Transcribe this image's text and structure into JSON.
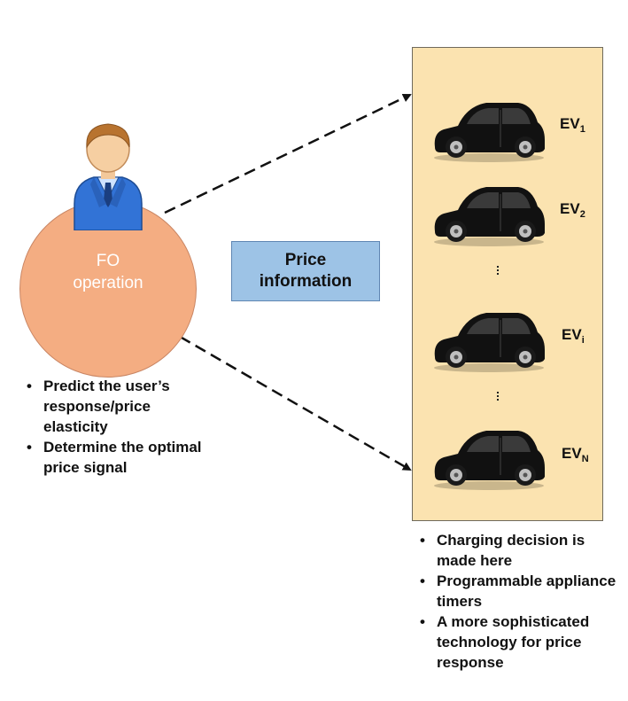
{
  "fo": {
    "label_line1": "FO",
    "label_line2": "operation"
  },
  "price_box": {
    "line1": "Price",
    "line2": "information"
  },
  "evs": [
    {
      "label": "EV",
      "sub": "1"
    },
    {
      "label": "EV",
      "sub": "2"
    },
    {
      "label": "EV",
      "sub": "i"
    },
    {
      "label": "EV",
      "sub": "N"
    }
  ],
  "left_bullets": [
    "Predict the user’s response/price elasticity",
    "Determine the optimal price signal"
  ],
  "right_bullets": [
    "Charging decision is made here",
    "Programmable appliance timers",
    "A more sophisticated technology for price response"
  ],
  "colors": {
    "fo_circle": "#f4ad82",
    "price_box": "#9dc3e6",
    "ev_panel": "#fbe3b0",
    "user_suit": "#2f6fd0"
  }
}
